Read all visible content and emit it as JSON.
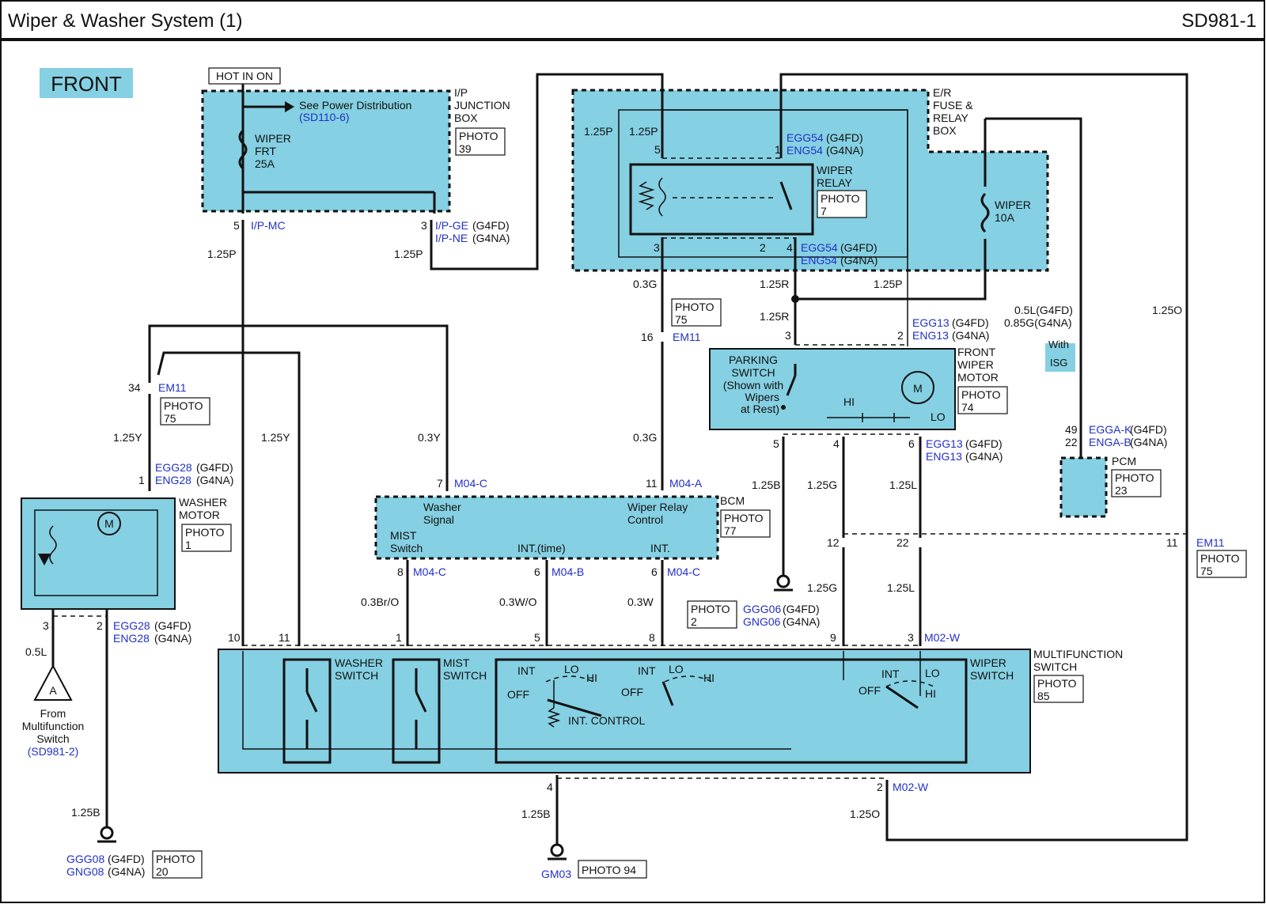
{
  "header": {
    "title": "Wiper & Washer System (1)",
    "code": "SD981-1"
  },
  "front_label": "FRONT",
  "hot_in_on": "HOT IN ON",
  "ipjb": {
    "name_lines": [
      "I/P",
      "JUNCTION",
      "BOX"
    ],
    "see_power": "See Power Distribution",
    "see_power_ref": "(SD110-6)",
    "fuse_lines": [
      "WIPER",
      "FRT",
      "25A"
    ],
    "photo_lines": [
      "PHOTO",
      "39"
    ]
  },
  "er_box": {
    "name_lines": [
      "E/R",
      "FUSE &",
      "RELAY",
      "BOX"
    ],
    "fuse_lines": [
      "WIPER",
      "10A"
    ]
  },
  "wiper_relay": {
    "name_lines": [
      "WIPER",
      "RELAY"
    ],
    "photo_lines": [
      "PHOTO",
      "7"
    ]
  },
  "front_wiper_motor": {
    "name_lines": [
      "FRONT",
      "WIPER",
      "MOTOR"
    ],
    "photo_lines": [
      "PHOTO",
      "74"
    ],
    "parking_lines": [
      "PARKING",
      "SWITCH",
      "(Shown with",
      "Wipers",
      "at Rest)"
    ],
    "hi": "HI",
    "lo": "LO",
    "m": "M"
  },
  "washer_motor": {
    "name_lines": [
      "WASHER",
      "MOTOR"
    ],
    "photo_lines": [
      "PHOTO",
      "1"
    ],
    "m": "M"
  },
  "bcm": {
    "name": "BCM",
    "photo_lines": [
      "PHOTO",
      "77"
    ],
    "washer_lines": [
      "Washer",
      "Signal"
    ],
    "relay_ctrl_lines": [
      "Wiper Relay",
      "Control"
    ],
    "mist_lines": [
      "MIST",
      "Switch"
    ],
    "int_time": "INT.(time)",
    "int": "INT."
  },
  "pcm": {
    "name": "PCM",
    "photo_lines": [
      "PHOTO",
      "23"
    ],
    "isg_lines": [
      "With",
      "ISG"
    ]
  },
  "mfs": {
    "name_lines": [
      "MULTIFUNCTION",
      "SWITCH"
    ],
    "photo_lines": [
      "PHOTO",
      "85"
    ],
    "washer_lines": [
      "WASHER",
      "SWITCH"
    ],
    "mist_lines": [
      "MIST",
      "SWITCH"
    ],
    "wiper_lines": [
      "WIPER",
      "SWITCH"
    ],
    "int": "INT",
    "lo": "LO",
    "hi": "HI",
    "off": "OFF",
    "int_control": "INT. CONTROL"
  },
  "from_mfs": {
    "letter": "A",
    "lines": [
      "From",
      "Multifunction",
      "Switch"
    ],
    "ref": "(SD981-2)"
  },
  "connectors": {
    "ip_mc": "I/P-MC",
    "ip_ge": "I/P-GE",
    "ip_ne": "I/P-NE",
    "egg54": "EGG54",
    "eng54": "ENG54",
    "em11": "EM11",
    "egg13": "EGG13",
    "eng13": "ENG13",
    "egg28": "EGG28",
    "eng28": "ENG28",
    "m04c": "M04-C",
    "m04a": "M04-A",
    "m04b": "M04-B",
    "egga_k": "EGGA-K",
    "enga_b": "ENGA-B",
    "ggg06": "GGG06",
    "gng06": "GNG06",
    "ggg08": "GGG08",
    "gng08": "GNG08",
    "gm03": "GM03",
    "m02w": "M02-W",
    "g4fd": "(G4FD)",
    "g4na": "(G4NA)"
  },
  "wires": {
    "p125": "1.25P",
    "g03": "0.3G",
    "r125": "1.25R",
    "y125": "1.25Y",
    "y03": "0.3Y",
    "b125": "1.25B",
    "gg125": "1.25G",
    "l125": "1.25L",
    "l05": "0.5L",
    "l05_g4fd": "0.5L(G4FD)",
    "g085_g4na": "0.85G(G4NA)",
    "o125": "1.25O",
    "bro03": "0.3Br/O",
    "wo03": "0.3W/O",
    "w03": "0.3W"
  },
  "photos": {
    "p75": [
      "PHOTO",
      "75"
    ],
    "p2": [
      "PHOTO",
      "2"
    ],
    "p20": [
      "PHOTO",
      "20"
    ],
    "p94": "PHOTO 94"
  },
  "pins": {
    "p1": "1",
    "p2": "2",
    "p3": "3",
    "p4": "4",
    "p5": "5",
    "p6": "6",
    "p7": "7",
    "p8": "8",
    "p9": "9",
    "p10": "10",
    "p11": "11",
    "p12": "12",
    "p16": "16",
    "p22": "22",
    "p34": "34",
    "p49": "49"
  },
  "colors": {
    "fill": "#85d0e2",
    "link": "#2230c8",
    "line": "#111111"
  }
}
